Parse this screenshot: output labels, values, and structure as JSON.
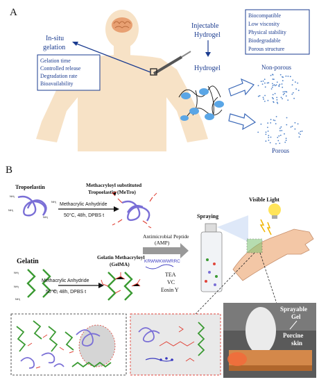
{
  "panel_a": {
    "label": "A",
    "in_situ_title": [
      "In-situ",
      "gelation"
    ],
    "in_situ_box": [
      "Gelation time",
      "Controlled release",
      "Degradation rate",
      "Bioavailability"
    ],
    "injectable_title": [
      "Injectable",
      "Hydrogel"
    ],
    "properties_box": [
      "Biocompatible",
      "Low viscosity",
      "Physical stability",
      "Biodegradable",
      "Porous structure"
    ],
    "hydrogel_label": "Hydrogel",
    "non_porous_label": "Non-porous",
    "porous_label": "Porous",
    "colors": {
      "skin": "#f7e2c6",
      "text_blue": "#1a3b8f",
      "chain_blue": "#5aa6e6"
    }
  },
  "panel_b": {
    "label": "B",
    "tropoelastin": "Tropoelastin",
    "metro_title": [
      "Methacryloyl substituted",
      "Tropoelastin (MeTro)"
    ],
    "reagent": "Methacrylic Anhydride",
    "conditions": "50°C, 48h, DPBS t",
    "gelatin": "Gelatin",
    "gelma_title": [
      "Gelatin Methacryloyl",
      "(GelMA)"
    ],
    "amp_title": [
      "Antimicrobial Peptide",
      "(AMP)"
    ],
    "amp_sequence": "KRWWKWWRRC",
    "additives": [
      "TEA",
      "VC",
      "Eosin Y"
    ],
    "spraying": "Spraying",
    "visible_light": "Visible Light",
    "photo_label_1": [
      "Sprayable",
      "Gel"
    ],
    "photo_label_2": [
      "Porcine",
      "skin"
    ],
    "colors": {
      "elastin": "#7a6fd6",
      "gelatin": "#3a9a32",
      "methacryl": "#e0453a"
    }
  }
}
